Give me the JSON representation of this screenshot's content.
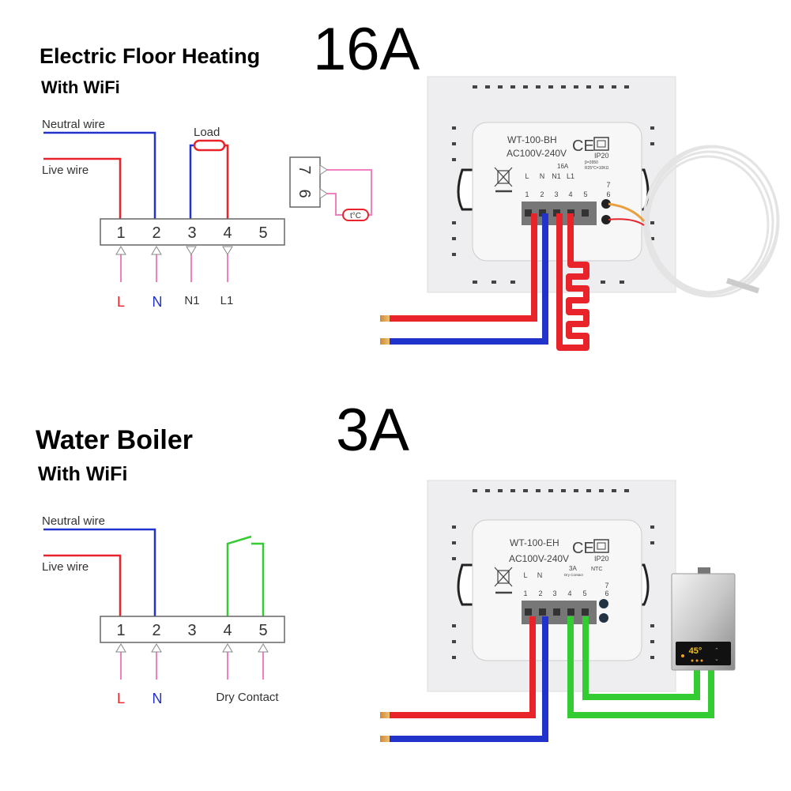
{
  "top": {
    "title": "Electric Floor Heating",
    "subtitle": "With WiFi",
    "current": "16A",
    "neutral_label": "Neutral wire",
    "live_label": "Live wire",
    "load_label": "Load",
    "terminals": [
      "1",
      "2",
      "3",
      "4",
      "5"
    ],
    "sensor_terminals": [
      "7",
      "6"
    ],
    "sensor_label": "t°C",
    "bottom_labels": [
      "L",
      "N",
      "N1",
      "L1"
    ],
    "device": {
      "model": "WT-100-BH",
      "voltage": "AC100V-240V",
      "ce": "CE",
      "ip": "IP20",
      "rating": "16A",
      "ntc_spec1": "β=3950",
      "ntc_spec2": "R25°C=10KΩ",
      "terminal_letters": [
        "L",
        "N",
        "N1",
        "L1",
        ""
      ],
      "terminal_numbers": [
        "1",
        "2",
        "3",
        "4",
        "5"
      ],
      "sensor_numbers": [
        "7",
        "6"
      ]
    }
  },
  "bottom": {
    "title": "Water Boiler",
    "subtitle": "With WiFi",
    "current": "3A",
    "neutral_label": "Neutral wire",
    "live_label": "Live wire",
    "terminals": [
      "1",
      "2",
      "3",
      "4",
      "5"
    ],
    "bottom_labels": [
      "L",
      "N",
      "Dry Contact"
    ],
    "device": {
      "model": "WT-100-EH",
      "voltage": "AC100V-240V",
      "ce": "CE",
      "ip": "IP20",
      "rating": "3A",
      "dry_contact": "Dry Contact",
      "ntc": "NTC",
      "terminal_letters": [
        "L",
        "N",
        "",
        "",
        ""
      ],
      "terminal_numbers": [
        "1",
        "2",
        "3",
        "4",
        "5"
      ],
      "sensor_numbers": [
        "7",
        "6"
      ]
    },
    "boiler_display": "45°"
  },
  "colors": {
    "live": "#e8232a",
    "neutral": "#2233cc",
    "signal": "#f080c0",
    "dry": "#33cc33",
    "label_red": "#e8232a",
    "label_blue": "#2233cc"
  }
}
